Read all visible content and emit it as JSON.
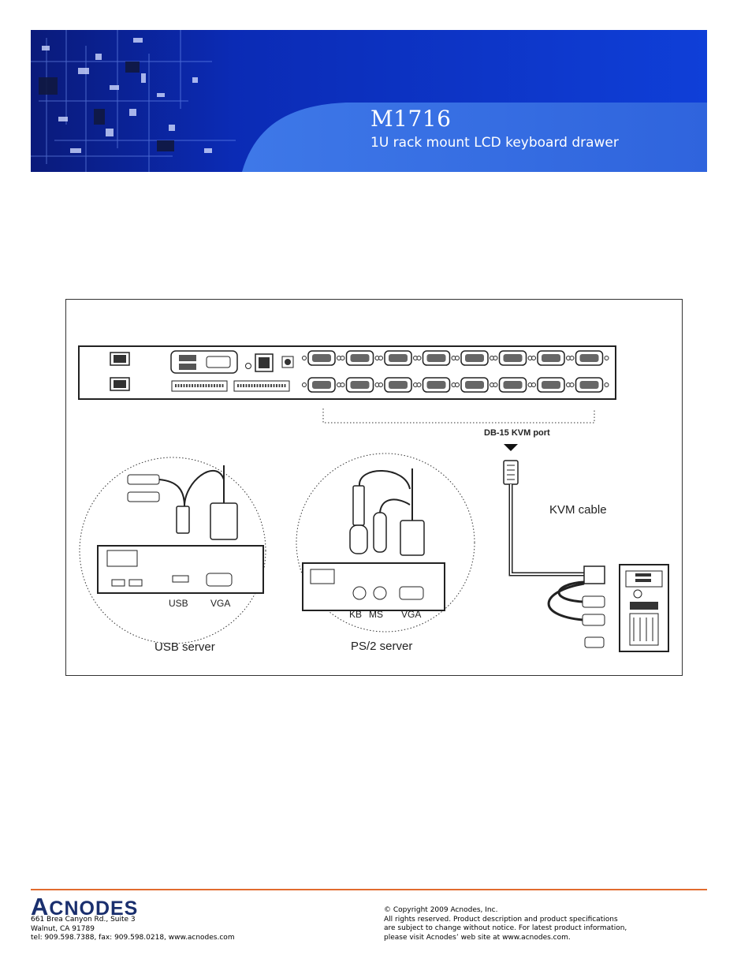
{
  "header": {
    "title": "M1716",
    "subtitle": "1U rack mount LCD keyboard drawer"
  },
  "figure": {
    "kvm_port_label": "DB-15 KVM port",
    "kvm_cable_label": "KVM cable",
    "usb_port_label": "USB",
    "vga_port_label": "VGA",
    "usb_server_label": "USB server",
    "kb_label": "KB",
    "ms_label": "MS",
    "ps2_vga_label": "VGA",
    "ps2_server_label": "PS/2 server"
  },
  "footer": {
    "logo": "Acnodes",
    "address_line1": "661 Brea Canyon Rd., Suite 3",
    "address_line2": "Walnut, CA 91789",
    "contact": "tel: 909.598.7388, fax: 909.598.0218, www.acnodes.com",
    "copyright": "© Copyright 2009 Acnodes, Inc.",
    "rights_line1": "All rights reserved. Product description and product specifications",
    "rights_line2": "are subject to change without notice. For latest product information,",
    "rights_line3": "please visit Acnodes’ web site at www.acnodes.com."
  }
}
